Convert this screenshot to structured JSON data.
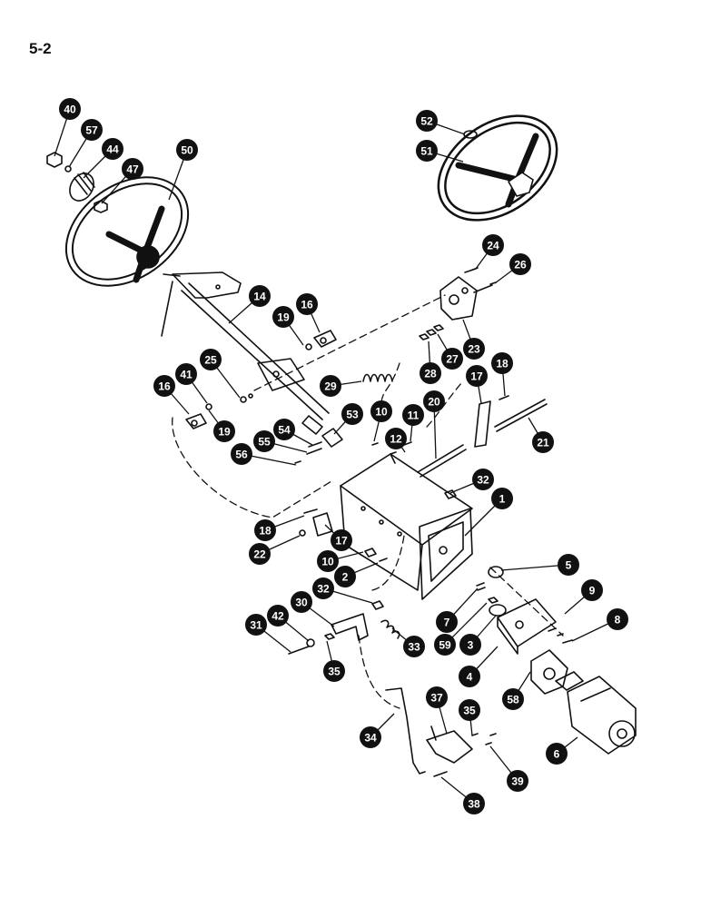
{
  "page": {
    "label": "5-2"
  },
  "callouts": [
    {
      "n": "40"
    },
    {
      "n": "57"
    },
    {
      "n": "44"
    },
    {
      "n": "47"
    },
    {
      "n": "50"
    },
    {
      "n": "52"
    },
    {
      "n": "51"
    },
    {
      "n": "24"
    },
    {
      "n": "26"
    },
    {
      "n": "14"
    },
    {
      "n": "19"
    },
    {
      "n": "16"
    },
    {
      "n": "23"
    },
    {
      "n": "28"
    },
    {
      "n": "27"
    },
    {
      "n": "25"
    },
    {
      "n": "41"
    },
    {
      "n": "16"
    },
    {
      "n": "19"
    },
    {
      "n": "29"
    },
    {
      "n": "17"
    },
    {
      "n": "18"
    },
    {
      "n": "10"
    },
    {
      "n": "11"
    },
    {
      "n": "20"
    },
    {
      "n": "53"
    },
    {
      "n": "54"
    },
    {
      "n": "55"
    },
    {
      "n": "56"
    },
    {
      "n": "12"
    },
    {
      "n": "21"
    },
    {
      "n": "32"
    },
    {
      "n": "1"
    },
    {
      "n": "18"
    },
    {
      "n": "22"
    },
    {
      "n": "17"
    },
    {
      "n": "10"
    },
    {
      "n": "2"
    },
    {
      "n": "5"
    },
    {
      "n": "9"
    },
    {
      "n": "8"
    },
    {
      "n": "32"
    },
    {
      "n": "30"
    },
    {
      "n": "31"
    },
    {
      "n": "42"
    },
    {
      "n": "7"
    },
    {
      "n": "59"
    },
    {
      "n": "3"
    },
    {
      "n": "33"
    },
    {
      "n": "35"
    },
    {
      "n": "4"
    },
    {
      "n": "58"
    },
    {
      "n": "37"
    },
    {
      "n": "34"
    },
    {
      "n": "35"
    },
    {
      "n": "39"
    },
    {
      "n": "6"
    },
    {
      "n": "38"
    }
  ]
}
